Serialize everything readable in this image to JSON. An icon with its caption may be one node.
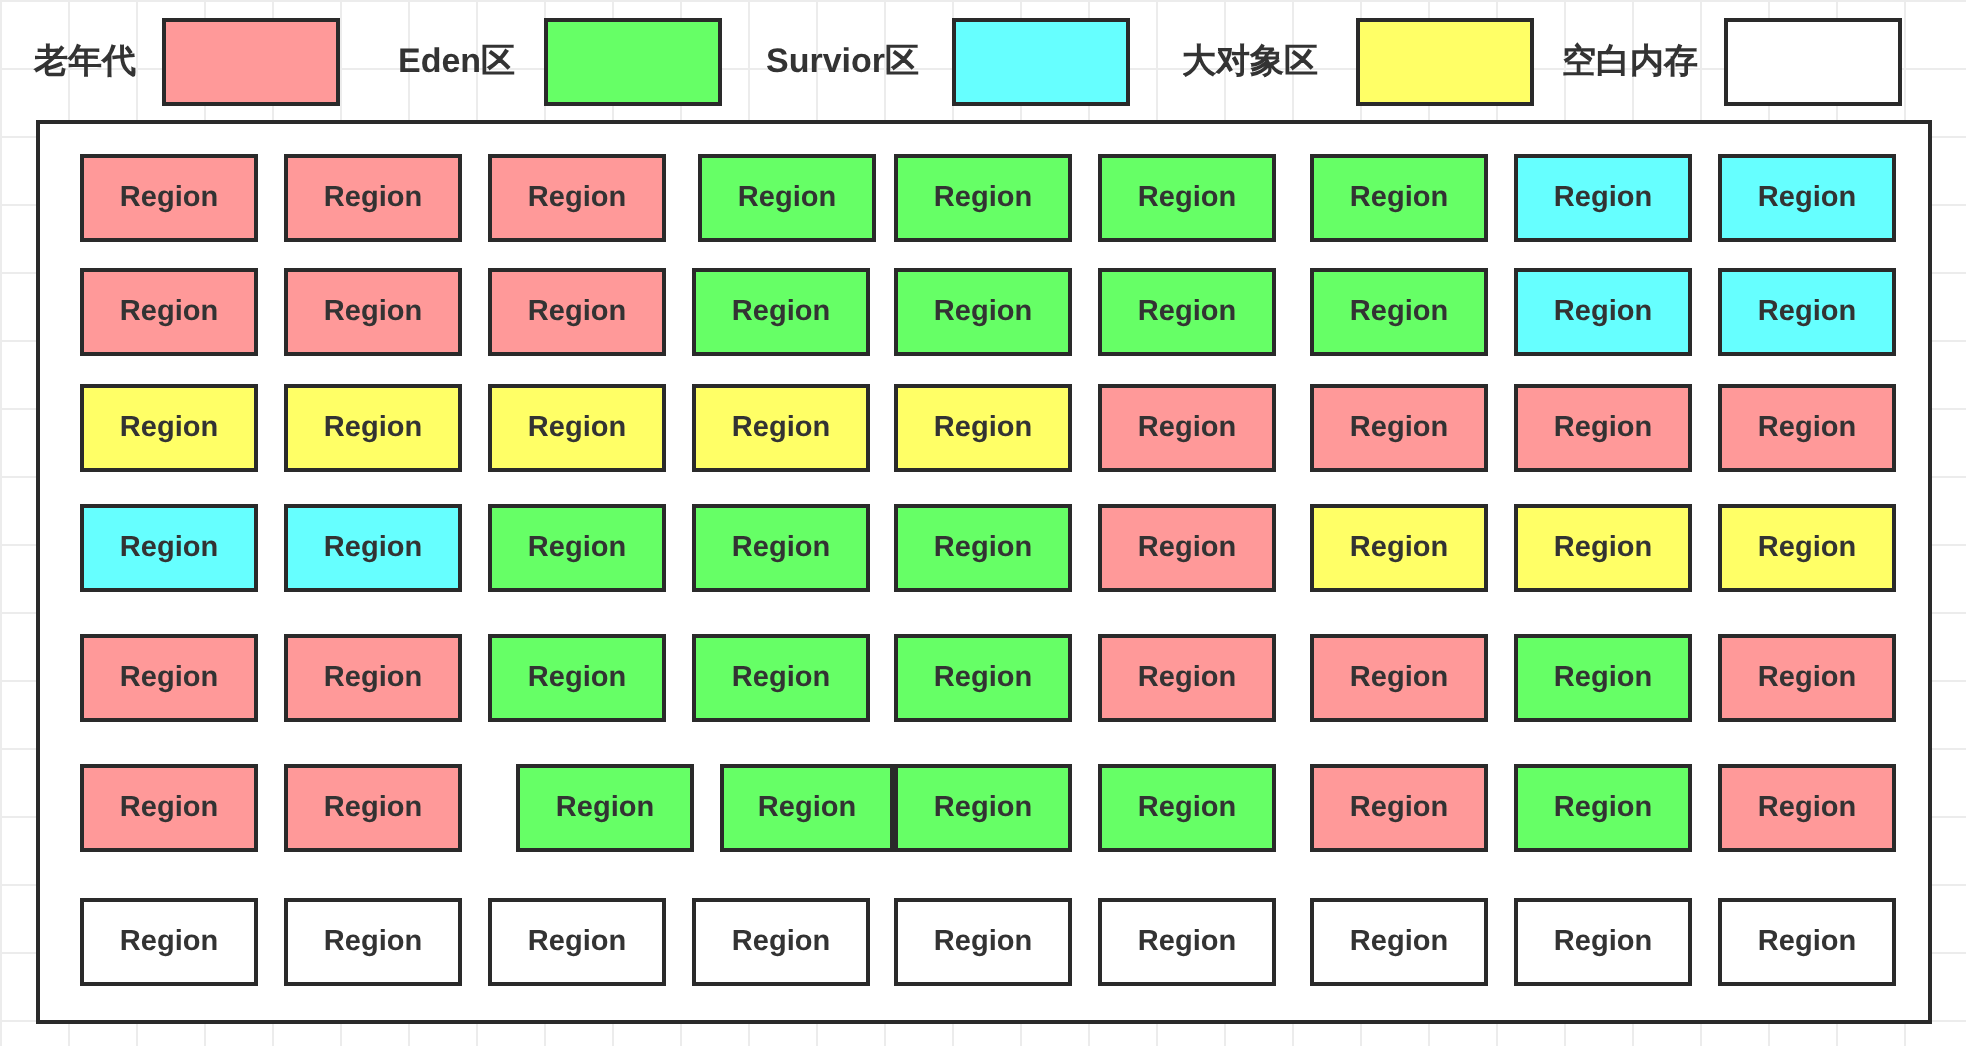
{
  "diagram": {
    "nodes": [
      {
        "text": [],
        "shape": "box"
      },
      {
        "text": [
          "Region"
        ],
        "in": 0
      },
      {
        "text": [
          "Region"
        ],
        "in": 0
      },
      {
        "text": [
          "Region"
        ],
        "in": 0
      },
      {
        "text": [
          "Region"
        ],
        "in": 0
      },
      {
        "text": [
          "Region"
        ],
        "in": 0
      },
      {
        "text": [
          "Region"
        ],
        "in": 0
      },
      {
        "text": [
          "Region"
        ],
        "in": 0
      },
      {
        "text": [
          "Region"
        ],
        "in": 0
      },
      {
        "text": [
          "Region"
        ],
        "in": 0
      },
      {
        "text": [
          "Region"
        ],
        "in": 0
      },
      {
        "text": [
          "Region"
        ],
        "in": 0
      },
      {
        "text": [
          "Region"
        ],
        "in": 0
      },
      {
        "text": [
          "Region"
        ],
        "in": 0
      },
      {
        "text": [
          "Region"
        ],
        "in": 0
      },
      {
        "text": [
          "Region"
        ],
        "in": 0
      },
      {
        "text": [
          "Region"
        ],
        "in": 0
      },
      {
        "text": [
          "Region"
        ],
        "in": 0
      },
      {
        "text": [
          "Region"
        ],
        "in": 0
      },
      {
        "text": [
          "Region"
        ],
        "in": 0
      },
      {
        "text": [
          "Region"
        ],
        "in": 0
      },
      {
        "text": [
          "Region"
        ],
        "in": 0
      },
      {
        "text": [
          "Region"
        ],
        "in": 0
      },
      {
        "text": [
          "Region"
        ],
        "in": 0
      },
      {
        "text": [
          "Region"
        ],
        "in": 0
      },
      {
        "text": [
          "Region"
        ],
        "in": 0
      },
      {
        "text": [
          "Region"
        ],
        "in": 0
      },
      {
        "text": [
          "Region"
        ],
        "in": 0
      },
      {
        "text": [
          "Region"
        ],
        "in": 0
      },
      {
        "text": [
          "Region"
        ],
        "in": 0
      },
      {
        "text": [
          "Region"
        ],
        "in": 0
      },
      {
        "text": [
          "Region"
        ],
        "in": 0
      },
      {
        "text": [
          "Region"
        ],
        "in": 0
      },
      {
        "text": [
          "Region"
        ],
        "in": 0
      },
      {
        "text": [
          "Region"
        ],
        "in": 0
      },
      {
        "text": [
          "Region"
        ],
        "in": 0
      },
      {
        "text": [
          "Region"
        ],
        "in": 0
      },
      {
        "text": [
          "Region"
        ],
        "in": 0
      },
      {
        "text": [
          "Region"
        ],
        "in": 0
      },
      {
        "text": [
          "Region"
        ],
        "in": 0
      },
      {
        "text": [
          "Region"
        ],
        "in": 0
      },
      {
        "text": [
          "Region"
        ],
        "in": 0
      },
      {
        "text": [
          "Region"
        ],
        "in": 0
      },
      {
        "text": [
          "Region"
        ],
        "in": 0
      },
      {
        "text": [
          "Region"
        ],
        "in": 0
      },
      {
        "text": [
          "Region"
        ],
        "in": 0
      },
      {
        "text": [
          "Region"
        ],
        "in": 0
      },
      {
        "text": [
          "Region"
        ],
        "in": 0
      },
      {
        "text": [
          "Region"
        ],
        "in": 0
      },
      {
        "text": [
          "Region"
        ],
        "in": 0
      },
      {
        "text": [
          "Region"
        ],
        "in": 0
      },
      {
        "text": [
          "Region"
        ],
        "in": 0
      },
      {
        "text": [
          "Region"
        ],
        "in": 0
      },
      {
        "text": [
          "Region"
        ],
        "in": 0
      },
      {
        "text": [
          "Region"
        ],
        "in": 0
      },
      {
        "text": [
          "Region"
        ],
        "in": 0
      },
      {
        "text": [
          "Region"
        ],
        "in": 0
      },
      {
        "text": [
          "Region"
        ],
        "in": 0
      },
      {
        "text": [
          "Region"
        ],
        "in": 0
      },
      {
        "text": [
          "Region"
        ],
        "in": 0
      },
      {
        "text": [
          "Region"
        ],
        "in": 0
      },
      {
        "text": [
          "Region"
        ],
        "in": 0
      },
      {
        "text": [
          "Region"
        ],
        "in": 0
      },
      {
        "text": [
          "Region"
        ],
        "in": 0
      }
    ],
    "legend": [
      {
        "text": "老年代",
        "color": "#ff9999"
      },
      {
        "text": "Eden区",
        "color": "#66ff66"
      },
      {
        "text": "Survior区",
        "color": "#66ffff"
      },
      {
        "text": "大对象区",
        "color": "#ffff66"
      },
      {
        "text": "空白内存",
        "color": "#ffffff"
      }
    ]
  }
}
